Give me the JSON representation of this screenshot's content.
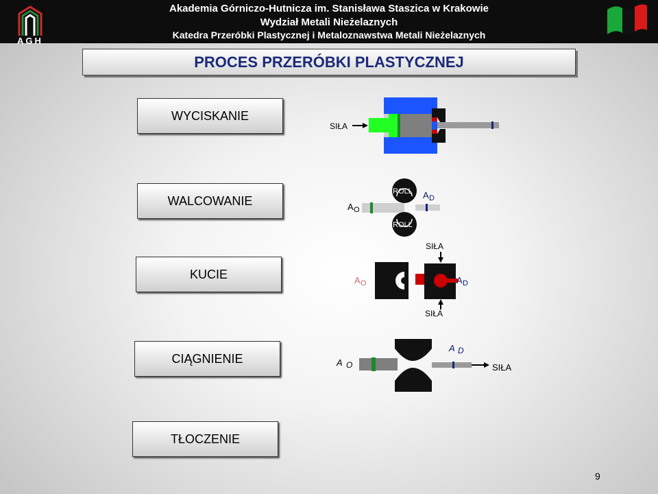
{
  "header": {
    "line1": "Akademia Górniczo-Hutnicza im. Stanisława Staszica w Krakowie",
    "line2": "Wydział Metali Nieżelaznych",
    "line3": "Katedra Przeróbki Plastycznej i Metaloznawstwa Metali Nieżelaznych",
    "logo_text": "AGH"
  },
  "title": "PROCES PRZERÓBKI PLASTYCZNEJ",
  "processes": [
    {
      "label": "WYCISKANIE"
    },
    {
      "label": "WALCOWANIE"
    },
    {
      "label": "KUCIE"
    },
    {
      "label": "CIĄGNIENIE"
    },
    {
      "label": "TŁOCZENIE"
    }
  ],
  "diagram": {
    "force": "SIŁA",
    "roll": "ROLL",
    "a_main": "A",
    "sub_o": "O",
    "sub_d": "D",
    "colors": {
      "container_blue": "#1a55ff",
      "punch_green": "#22ff22",
      "billet_gray": "#7f7f7f",
      "red": "#cc0000",
      "mark_blue": "#1a237e",
      "mark_green": "#1a8a2a"
    }
  },
  "page_number": "9"
}
